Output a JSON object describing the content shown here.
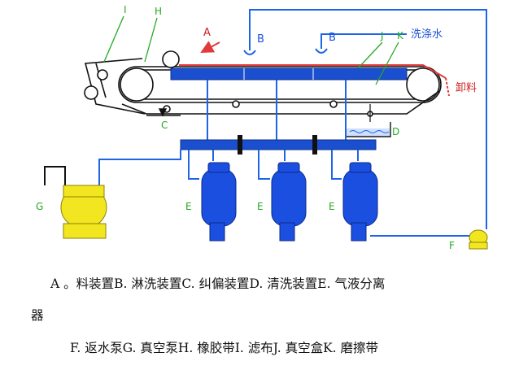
{
  "diagram": {
    "labels": {
      "A": "A",
      "B1": "B",
      "B2": "B",
      "C": "C",
      "D": "D",
      "E1": "E",
      "E2": "E",
      "E3": "E",
      "F": "F",
      "G": "G",
      "H": "H",
      "I": "I",
      "J": "J",
      "K": "K",
      "wash_water": "洗涤水",
      "unload": "卸料"
    },
    "colors": {
      "pipe": "#1e64e6",
      "vessel": "#1b4fe0",
      "manifold": "#1a4fd0",
      "vacuum_pump": "#f2e620",
      "belt": "#111111",
      "filter_cloth": "#e23a3a",
      "label_green": "#22aa22"
    }
  },
  "legend": {
    "line1": "A 。料装置B. 淋洗装置C. 纠偏装置D. 清洗装置E. 气液分离",
    "line1_cont": "器",
    "line2": "F. 返水泵G. 真空泵H. 橡胶带I. 滤布J. 真空盒K. 磨擦带"
  }
}
